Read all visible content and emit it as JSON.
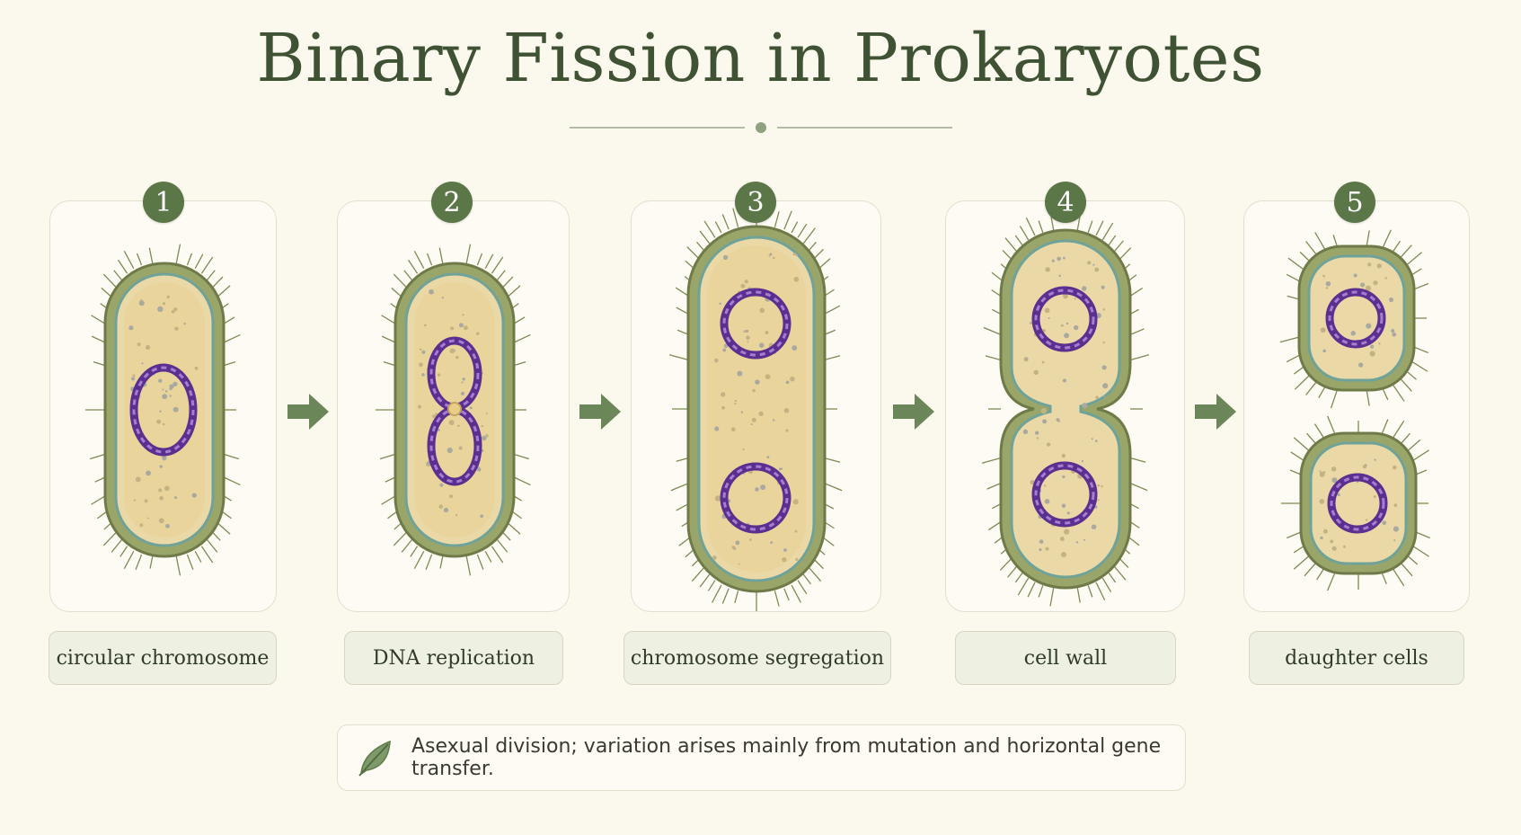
{
  "title": "Binary Fission in Prokaryotes",
  "stages": [
    {
      "number": "1",
      "label": "circular chromosome"
    },
    {
      "number": "2",
      "label": "DNA replication"
    },
    {
      "number": "3",
      "label": "chromosome segregation"
    },
    {
      "number": "4",
      "label": "cell wall"
    },
    {
      "number": "5",
      "label": "daughter cells"
    }
  ],
  "note": "Asexual division; variation arises mainly from mutation and horizontal gene transfer.",
  "icons": {
    "arrow": "right-arrow-icon",
    "note": "leaf-icon"
  },
  "colors": {
    "title": "#3f5233",
    "badge": "#5b7647",
    "cell_wall": "#8d9a62",
    "cytoplasm": "#e9d6a3",
    "membrane": "#6fa39a",
    "dna": "#6a3fa0",
    "arrow": "#6b8658"
  }
}
